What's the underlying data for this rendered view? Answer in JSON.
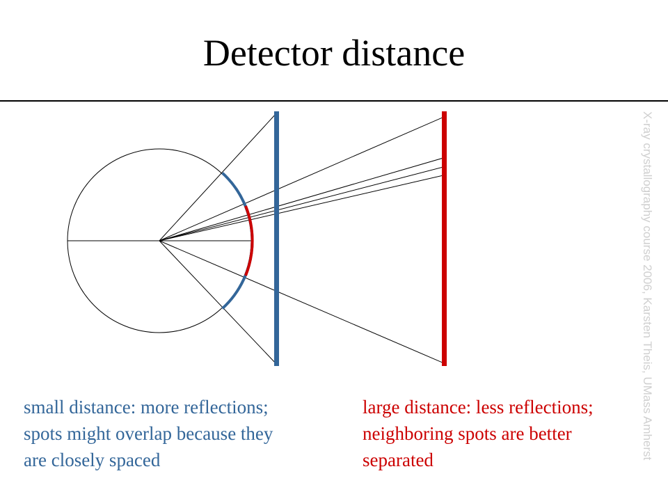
{
  "title": "Detector distance",
  "captions": {
    "small": [
      "small distance: more reflections;",
      "spots might overlap because they",
      "are closely spaced"
    ],
    "large": [
      "large distance: less reflections;",
      "neighboring spots are better",
      "separated"
    ]
  },
  "credit": "X-ray crystallography course 2006, Karsten Theis, UMass Amherst",
  "colors": {
    "near_detector": "#336699",
    "far_detector": "#cc0000"
  }
}
